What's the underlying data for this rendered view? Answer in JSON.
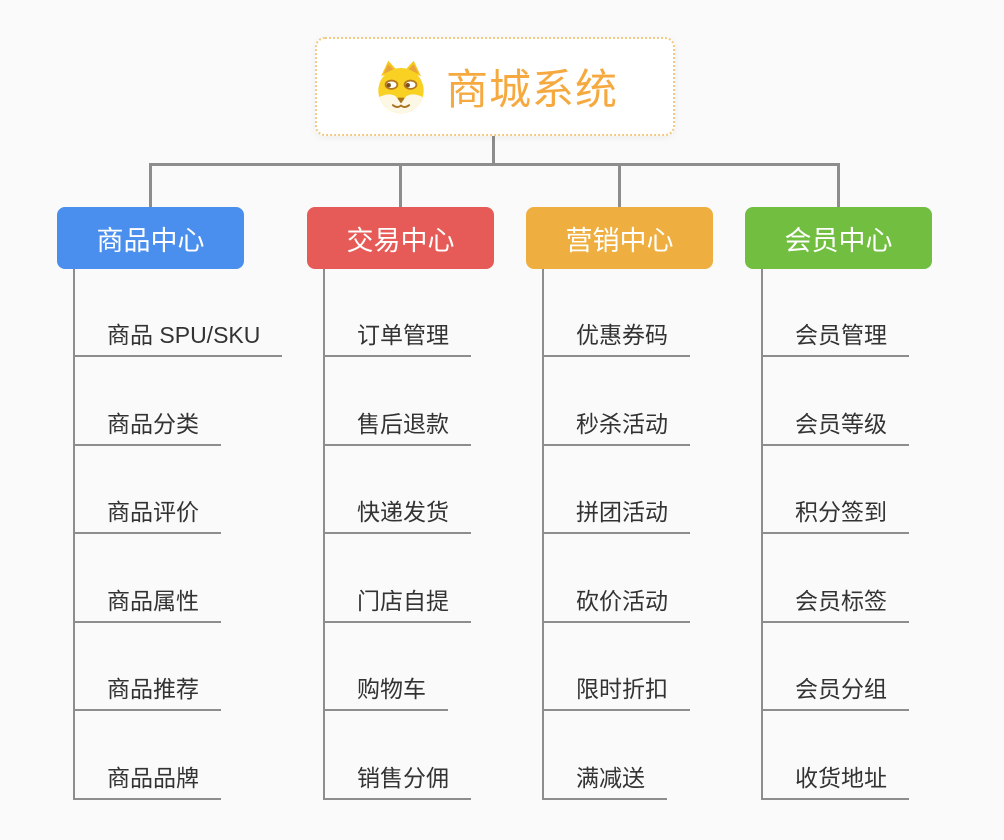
{
  "app": {
    "background_color": "#fafafa",
    "connector_color": "#8d8d8d",
    "leaf_text_color": "#333333"
  },
  "root": {
    "label": "商城系统",
    "icon": "doge-icon",
    "text_color": "#f5a93f",
    "border_color": "#f2c983"
  },
  "columns": [
    {
      "id": "product-center",
      "label": "商品中心",
      "color": "#4a8fee",
      "items": [
        "商品 SPU/SKU",
        "商品分类",
        "商品评价",
        "商品属性",
        "商品推荐",
        "商品品牌"
      ]
    },
    {
      "id": "trade-center",
      "label": "交易中心",
      "color": "#e65b57",
      "items": [
        "订单管理",
        "售后退款",
        "快递发货",
        "门店自提",
        "购物车",
        "销售分佣"
      ]
    },
    {
      "id": "marketing-center",
      "label": "营销中心",
      "color": "#eeaf40",
      "items": [
        "优惠券码",
        "秒杀活动",
        "拼团活动",
        "砍价活动",
        "限时折扣",
        "满减送"
      ]
    },
    {
      "id": "member-center",
      "label": "会员中心",
      "color": "#71be41",
      "items": [
        "会员管理",
        "会员等级",
        "积分签到",
        "会员标签",
        "会员分组",
        "收货地址"
      ]
    }
  ]
}
